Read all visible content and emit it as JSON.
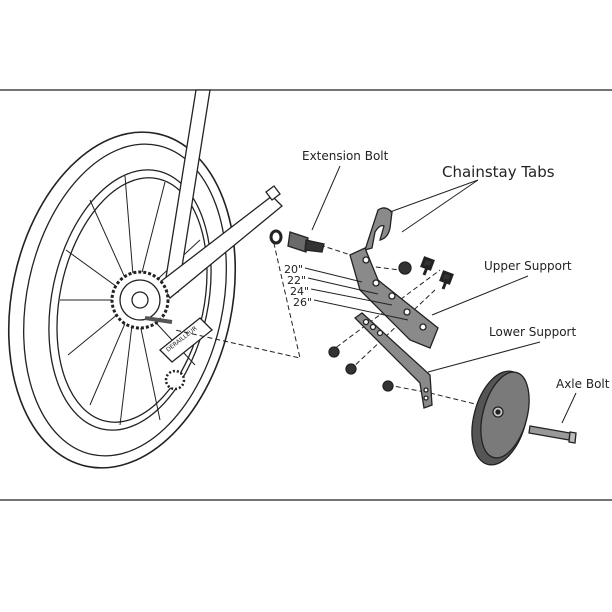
{
  "labels": {
    "extension_bolt": "Extension Bolt",
    "chainstay_tabs": "Chainstay Tabs",
    "upper_support": "Upper Support",
    "lower_support": "Lower Support",
    "axle_bolt": "Axle Bolt"
  },
  "wheel_sizes": [
    "20\"",
    "22\"",
    "24\"",
    "26\""
  ],
  "derailleur_text": "DERAILLEUR",
  "colors": {
    "part_fill": "#8a8a8a",
    "dark_part": "#3a3a3a",
    "line": "#222222"
  }
}
